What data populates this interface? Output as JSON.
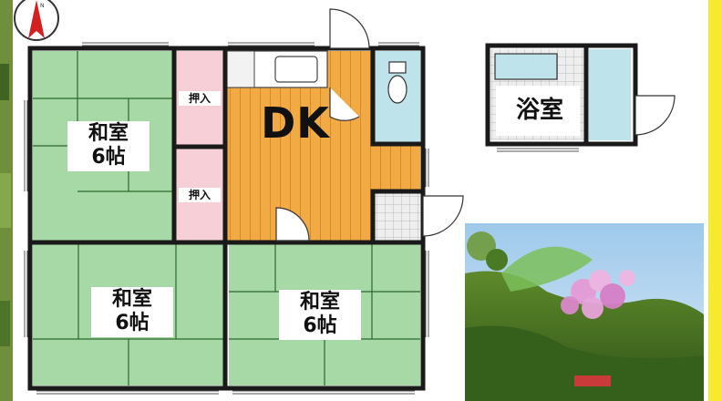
{
  "plan": {
    "rooms": {
      "washitsu_top": {
        "name": "和室",
        "size": "6帖"
      },
      "washitsu_bottom_left": {
        "name": "和室",
        "size": "6帖"
      },
      "washitsu_bottom_right": {
        "name": "和室",
        "size": "6帖"
      },
      "dk": {
        "name": "DK"
      },
      "oshiire_upper": {
        "name": "押入"
      },
      "oshiire_lower": {
        "name": "押入"
      },
      "bath": {
        "name": "浴室"
      }
    },
    "compass": {
      "symbol": "N"
    }
  },
  "colors": {
    "tatami": "#a6d9a6",
    "tatami_line": "#2d6a2d",
    "oshiire": "#f7cfd6",
    "dk_floor": "#f2aa45",
    "wall": "#1a1a1a",
    "bath_blue": "#bfe3ea",
    "tile": "#dcdcdc",
    "photo_frame": "#f7ea2e",
    "compass_red": "#d42020"
  },
  "icons": [
    "compass-icon",
    "toilet-icon",
    "bathtub-icon",
    "sink-icon",
    "door-swing-icon"
  ]
}
